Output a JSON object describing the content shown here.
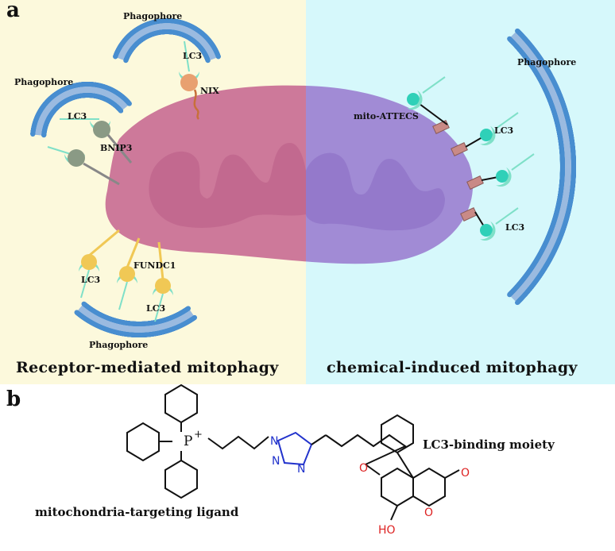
{
  "panel_a": {
    "label": "a",
    "left_title": "Receptor-mediated mitophagy",
    "right_title": "chemical-induced mitophagy",
    "labels": {
      "phagophore": "Phagophore",
      "lc3": "LC3",
      "nix": "NIX",
      "bnip3": "BNIP3",
      "fundc1": "FUNDC1",
      "mito_attecs": "mito-ATTECS"
    },
    "colors": {
      "left_bg": "#fcf9dc",
      "right_bg": "#d6f8fb",
      "mito_left": "#c86a92",
      "mito_right": "#9b7ed0",
      "membrane": "#4a8fd0",
      "lc3": "#7fe0c8",
      "nix": "#e8a070",
      "bnip3": "#8a9a85",
      "fundc1": "#f0c855",
      "attecs_linker": "#c98a86"
    }
  },
  "panel_b": {
    "label": "b",
    "ligand_label": "mitochondria-targeting ligand",
    "moiety_label": "LC3-binding moiety",
    "atoms": {
      "phosphonium": "P",
      "charge": "+",
      "n1": "N",
      "n2": "N",
      "n3": "N",
      "ether_o": "O",
      "carbonyl_o": "O",
      "ring_o": "O",
      "hydroxyl": "HO"
    },
    "colors": {
      "nitrogen": "#2233cc",
      "oxygen": "#dd2222"
    }
  }
}
